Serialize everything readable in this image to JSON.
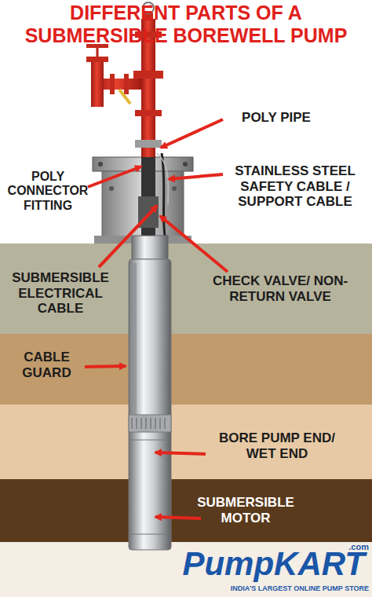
{
  "diagram": {
    "title": "DIFFERENT PARTS OF A SUBMERSIBLE BOREWELL PUMP",
    "labels": [
      "POLY PIPE",
      "STAINLESS STEEL SAFETY CABLE / SUPPORT CABLE",
      "POLY CONNECTOR FITTING",
      "SUBMERSIBLE ELECTRICAL CABLE",
      "CHECK VALVE/ NON-RETURN VALVE",
      "CABLE GUARD",
      "BORE PUMP END/ WET END",
      "SUBMERSIBLE MOTOR",
      "PumpKART",
      ".com",
      "INDIA'S LARGEST ONLINE PUMP STORE"
    ]
  }
}
